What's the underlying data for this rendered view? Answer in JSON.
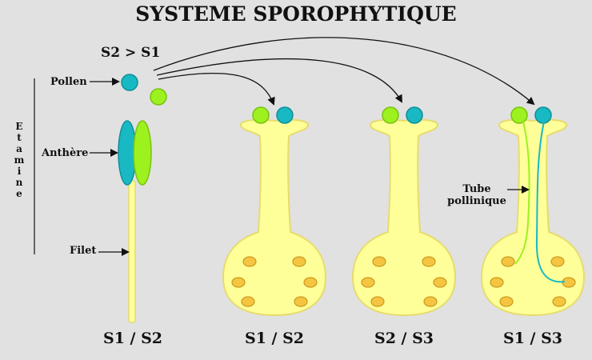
{
  "title": "SYSTEME SPOROPHYTIQUE",
  "dominance": "S2 > S1",
  "labels": {
    "pollen": "Pollen",
    "anthere": "Anthère",
    "filet": "Filet",
    "etamine": "Etamine",
    "tube_line1": "Tube",
    "tube_line2": "pollinique"
  },
  "genotypes": [
    "S1 / S2",
    "S1 / S2",
    "S2 / S3",
    "S1 / S3"
  ],
  "colors": {
    "background": "#e1e1e1",
    "pistil_fill": "#ffff99",
    "pistil_stroke": "#e6dc6e",
    "ovule": "#f5c542",
    "pollen_teal": "#19b9c3",
    "pollen_green": "#9cf11f",
    "ink": "#111111"
  }
}
